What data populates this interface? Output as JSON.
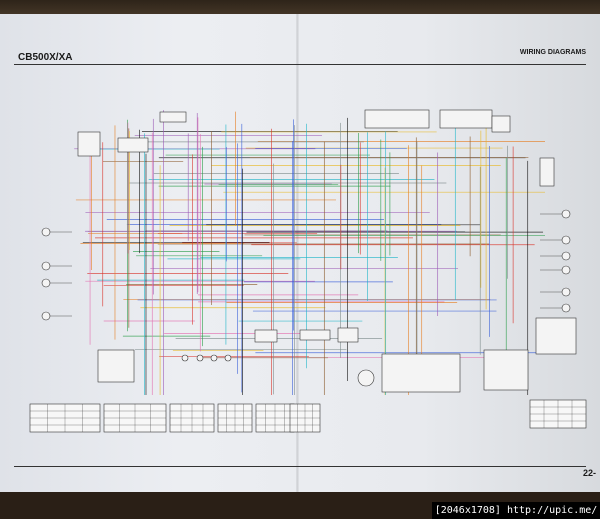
{
  "header": {
    "model": "CB500X/XA",
    "section_title": "WIRING DIAGRAMS"
  },
  "footer": {
    "page_number": "22-"
  },
  "watermark": "[2046x1708] http://upic.me/",
  "colors": {
    "wires": [
      "#d9342b",
      "#2a9d4a",
      "#e8b923",
      "#3a5fd9",
      "#e36fb0",
      "#9b59b6",
      "#1fb5c9",
      "#e67e22",
      "#111111",
      "#7f8c8d",
      "#8b5a2b"
    ]
  }
}
